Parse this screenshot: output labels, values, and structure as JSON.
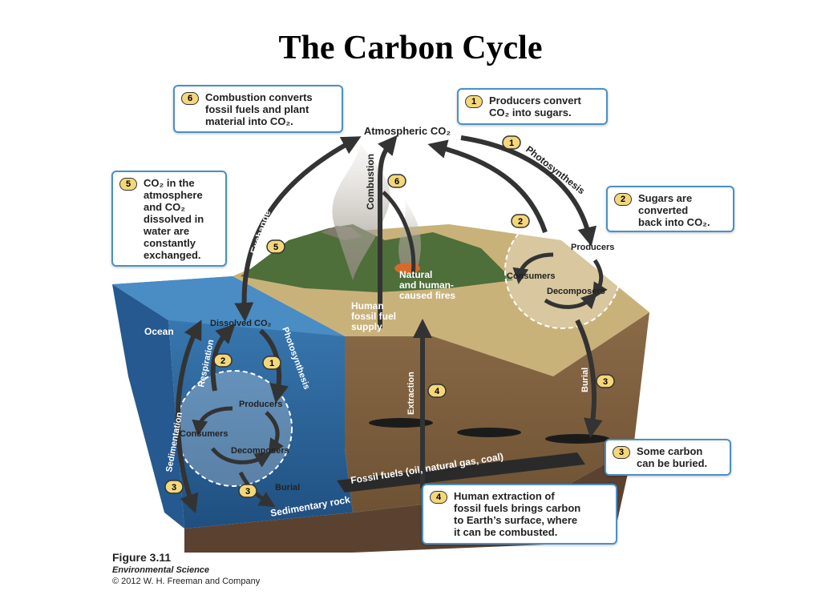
{
  "title": "The Carbon Cycle",
  "callouts": [
    {
      "num": "6",
      "text": "Combustion converts\nfossil fuels and plant\nmaterial into CO₂."
    },
    {
      "num": "1",
      "text": "Producers convert\nCO₂ into sugars."
    },
    {
      "num": "5",
      "text": "CO₂ in the\natmosphere\nand CO₂\ndissolved in\nwater are\nconstantly\nexchanged."
    },
    {
      "num": "2",
      "text": "Sugars are\nconverted\nback into CO₂."
    },
    {
      "num": "3",
      "text": "Some carbon\ncan be buried."
    },
    {
      "num": "4",
      "text": "Human extraction of\nfossil fuels brings carbon\nto Earth’s surface, where\nit can be combusted."
    }
  ],
  "labels": {
    "atmospheric": "Atmospheric CO₂",
    "photosynthesis": "Photosynthesis",
    "respiration": "Respiration",
    "combustion": "Combustion",
    "exchange": "Exchange",
    "natural_fires": "Natural\nand human-\ncaused fires",
    "human_fossil": "Human\nfossil fuel\nsupply",
    "ocean": "Ocean",
    "dissolved": "Dissolved CO₂",
    "ocean_respiration": "Respiration",
    "ocean_photosynthesis": "Photosynthesis",
    "producers": "Producers",
    "consumers": "Consumers",
    "decomposers": "Decomposers",
    "sedimentation": "Sedimentation",
    "burial": "Burial",
    "extraction": "Extraction",
    "fossil_fuels": "Fossil fuels (oil, natural gas, coal)",
    "sedimentary_rock": "Sedimentary rock"
  },
  "badges": {
    "b1": "1",
    "b2": "2",
    "b3": "3",
    "b4": "4",
    "b5": "5",
    "b6": "6"
  },
  "caption": {
    "figure": "Figure 3.11",
    "book": "Environmental Science",
    "copyright": "© 2012 W. H. Freeman and Company"
  },
  "colors": {
    "callout_border": "#4a90c8",
    "badge": "#f4d77a",
    "ocean": "#2f6fa8",
    "arrow": "#333333"
  }
}
